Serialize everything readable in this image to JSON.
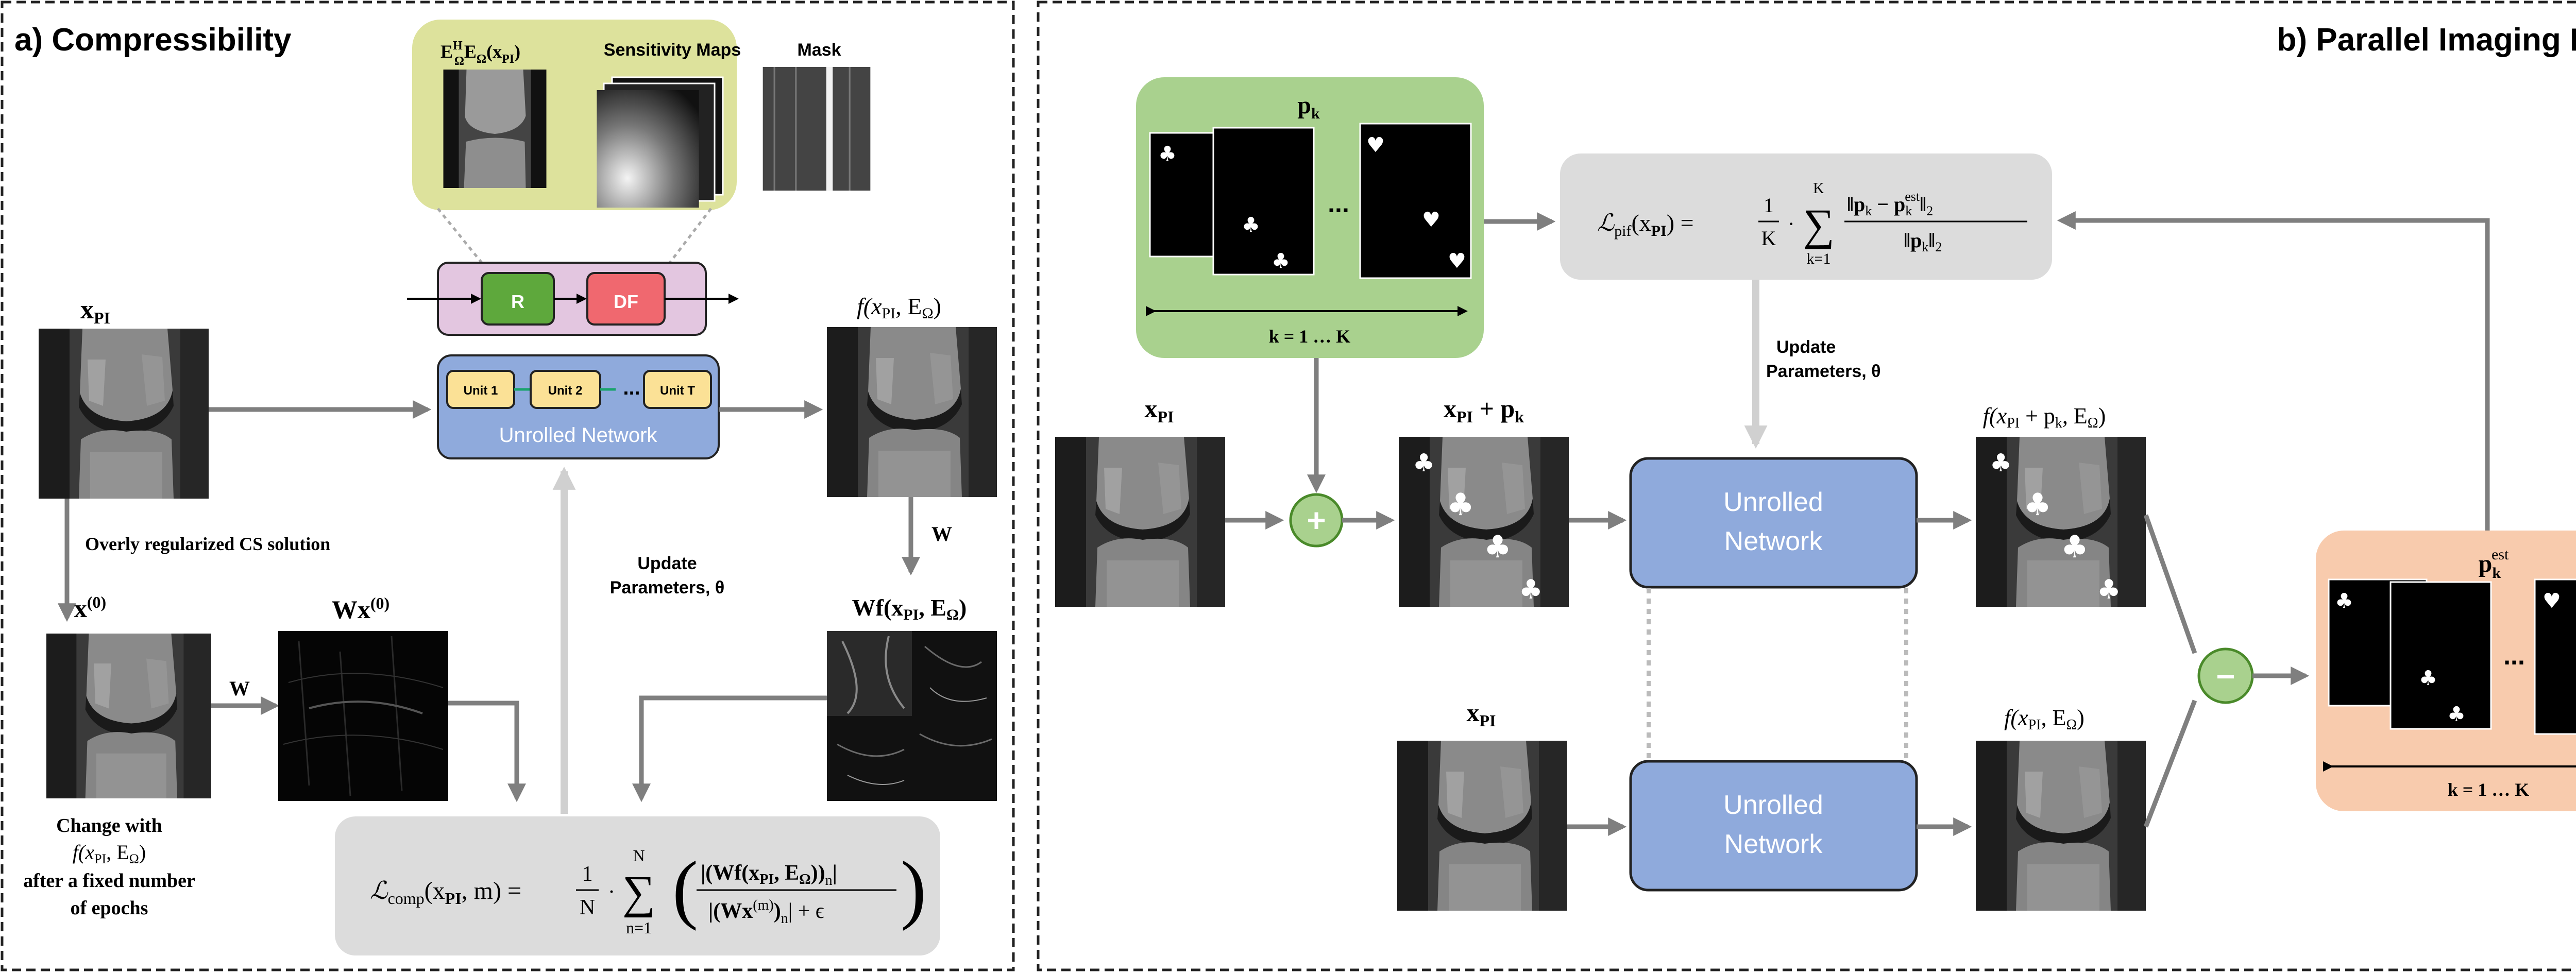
{
  "panel_a": {
    "title": "a) Compressibility",
    "legend": {
      "recon": "E",
      "recon_sup": "H",
      "recon_sub": "Ω",
      "recon_arg": "E",
      "recon_arg_sub": "Ω",
      "recon_x": "(x",
      "recon_x_sub": "PI",
      "recon_close": ")",
      "sens": "Sensitivity Maps",
      "mask": "Mask"
    },
    "block_r": "R",
    "block_df": "DF",
    "units": [
      "Unit 1",
      "Unit 2",
      "Unit T"
    ],
    "ellipsis": "...",
    "network": "Unrolled Network",
    "input": {
      "x": "x",
      "sub": "PI"
    },
    "output": "f(x",
    "output_sub": "PI",
    "output_rest": ", E",
    "output_sub2": "Ω",
    "output_close": ")",
    "overreg": "Overly regularized CS solution",
    "x0": "x",
    "x0_sup": "(0)",
    "wx0": "Wx",
    "wx0_sup": "(0)",
    "w": "W",
    "w_right": "W",
    "wf": "Wf(x",
    "wf_sub": "PI",
    "wf_rest": ", E",
    "wf_sub2": "Ω",
    "wf_close": ")",
    "update1": "Update",
    "update2": "Parameters, θ",
    "change": [
      "Change with",
      "f(x",
      "PI",
      ", E",
      "Ω",
      ")",
      "after a fixed number",
      "of epochs"
    ],
    "loss": {
      "lhs": "ℒ",
      "lhs_sub": "comp",
      "lhs_args": "(x",
      "lhs_args_sub": "PI",
      "lhs_args_rest": ", m) =",
      "one": "1",
      "N": "N",
      "dot": "·",
      "sum_top": "N",
      "sum_bot": "n=1",
      "num": "(Wf(x",
      "num_sub": "PI",
      "num_rest": ", E",
      "num_sub2": "Ω",
      "num_close": "))",
      "num_n": "n",
      "den": "|(Wx",
      "den_sup": "(m)",
      "den_close": ")",
      "den_n": "n",
      "den_rest": "| + ϵ"
    }
  },
  "panel_b": {
    "title": "b) Parallel Imaging Fidelity",
    "pk": "p",
    "pk_sub": "k",
    "pk_range": "k = 1 … K",
    "ellipsis": "...",
    "loss": {
      "lhs": "ℒ",
      "lhs_sub": "pif",
      "lhs_args": "(x",
      "lhs_args_sub": "PI",
      "lhs_args_rest": ") =",
      "one": "1",
      "K": "K",
      "dot": "·",
      "sum_top": "K",
      "sum_bot": "k=1",
      "num": "‖p",
      "num_sub": "k",
      "num_minus": " − p",
      "num_sub2": "k",
      "num_sup2": "est",
      "num_close": "‖",
      "num_2": "2",
      "den": "‖p",
      "den_sub": "k",
      "den_close": "‖",
      "den_2": "2"
    },
    "update1": "Update",
    "update2": "Parameters, θ",
    "x_top": "x",
    "x_top_sub": "PI",
    "xpk": "x",
    "xpk_sub": "PI",
    "xpk_rest": " + p",
    "xpk_sub2": "k",
    "plus": "+",
    "net1": [
      "Unrolled",
      "Network"
    ],
    "net2": [
      "Unrolled",
      "Network"
    ],
    "out1": "f(x",
    "out1_sub": "PI",
    "out1_rest": " + p",
    "out1_sub2": "k",
    "out1_rest2": ", E",
    "out1_sub3": "Ω",
    "out1_close": ")",
    "x_bot": "x",
    "x_bot_sub": "PI",
    "out2": "f(x",
    "out2_sub": "PI",
    "out2_rest": ", E",
    "out2_sub2": "Ω",
    "out2_close": ")",
    "minus": "−",
    "pest": "p",
    "pest_sub": "k",
    "pest_sup": "est",
    "pest_range": "k = 1 … K"
  },
  "colors": {
    "green_box": "#a9d18e",
    "olive_box": "#dde29c",
    "purple_box": "#e3c6e0",
    "blue_box": "#8faadc",
    "peach_box": "#f8cbad",
    "grey_box": "#dcdcdc",
    "r_block": "#5ea83c",
    "df_block": "#f0686f",
    "unit_block": "#fbe196",
    "arrow": "#7f7f7f",
    "light_arrow": "#d0d0d0",
    "node_green": "#a9d18e"
  }
}
